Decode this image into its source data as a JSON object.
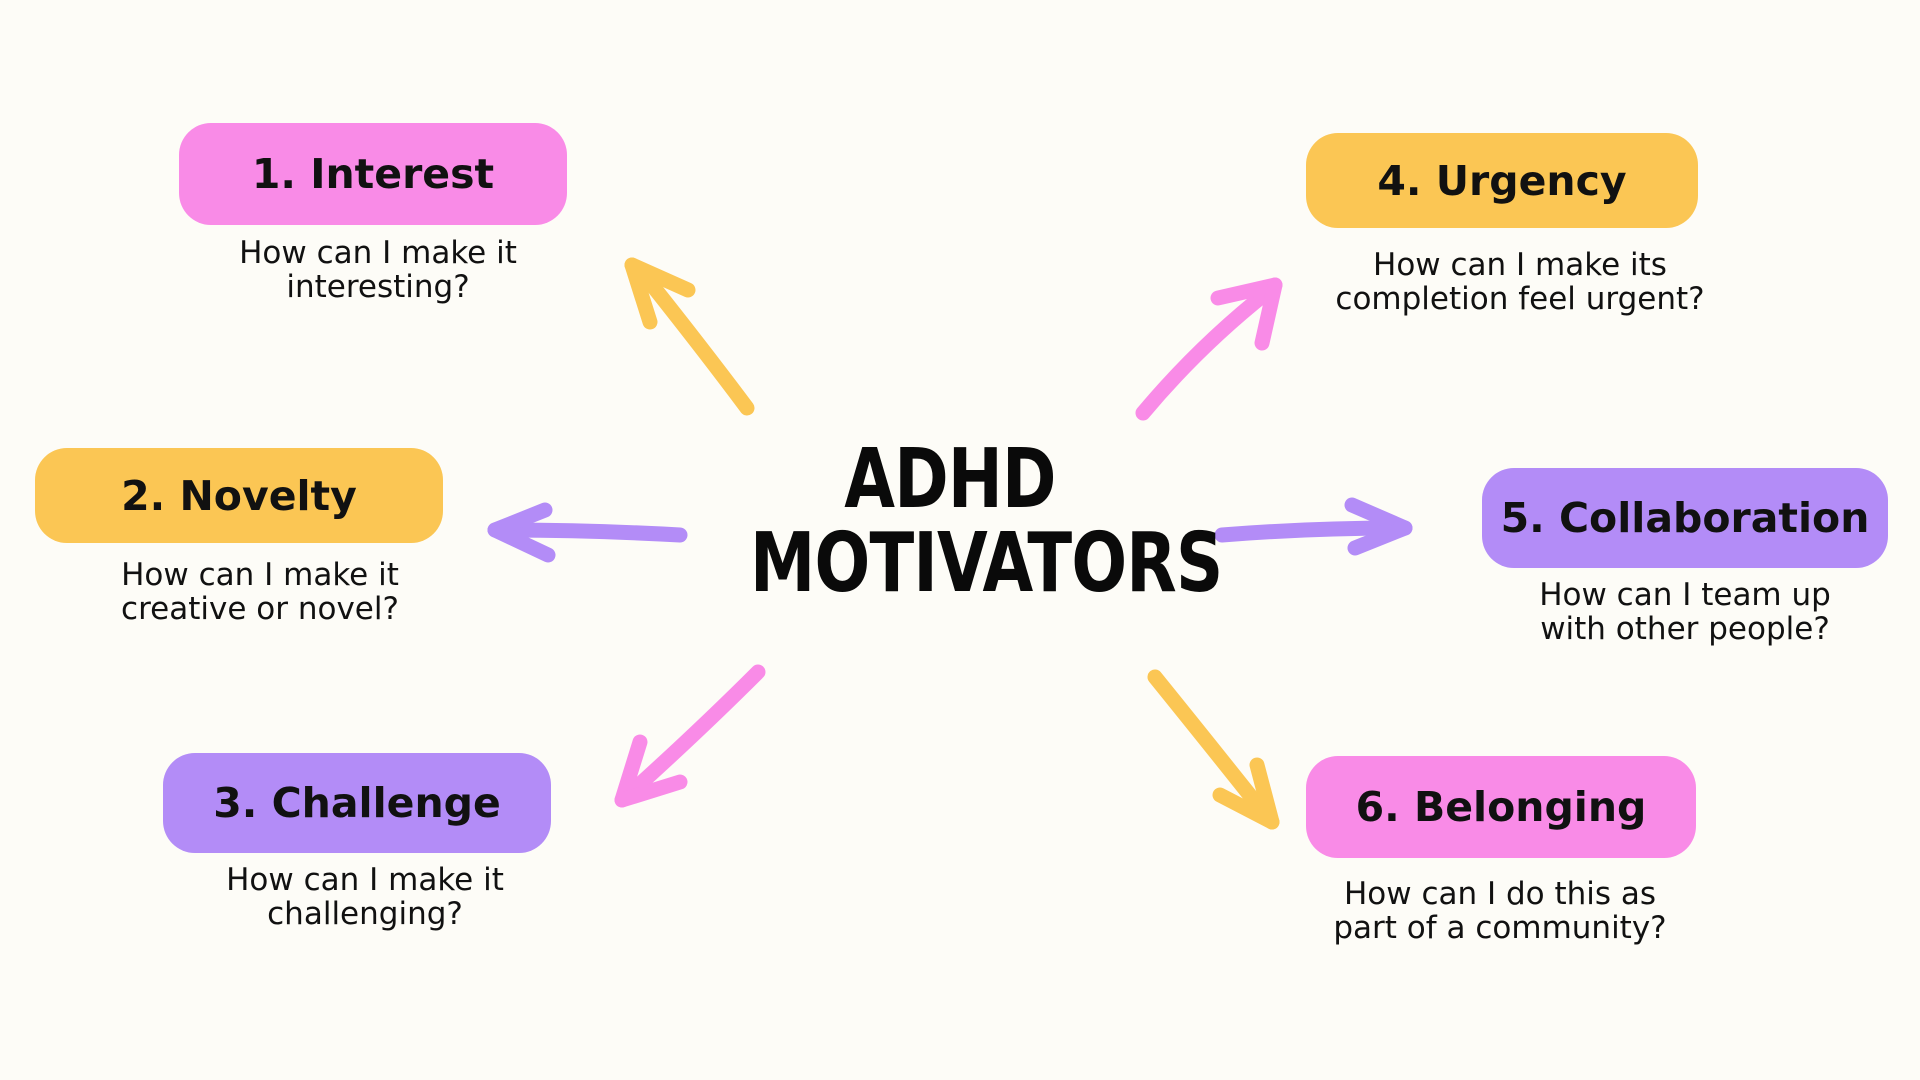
{
  "title": {
    "line1": "ADHD",
    "line2": "MOTIVATORS"
  },
  "colors": {
    "pink": "#f98be7",
    "yellow": "#fbc654",
    "purple": "#b38cf7",
    "background": "#fdfcf7"
  },
  "motivators": [
    {
      "label": "1. Interest",
      "desc_line1": "How can I make it",
      "desc_line2": "interesting?",
      "color": "pink"
    },
    {
      "label": "2. Novelty",
      "desc_line1": "How can I make it",
      "desc_line2": "creative or novel?",
      "color": "yellow"
    },
    {
      "label": "3. Challenge",
      "desc_line1": "How can I make it",
      "desc_line2": "challenging?",
      "color": "purple"
    },
    {
      "label": "4. Urgency",
      "desc_line1": "How can I make its",
      "desc_line2": "completion feel urgent?",
      "color": "yellow"
    },
    {
      "label": "5. Collaboration",
      "desc_line1": "How can I team up",
      "desc_line2": "with other people?",
      "color": "purple"
    },
    {
      "label": "6. Belonging",
      "desc_line1": "How can I do this as",
      "desc_line2": "part of a community?",
      "color": "pink"
    }
  ],
  "arrows": [
    {
      "name": "arrow-to-interest",
      "color": "yellow"
    },
    {
      "name": "arrow-to-novelty",
      "color": "purple"
    },
    {
      "name": "arrow-to-challenge",
      "color": "pink"
    },
    {
      "name": "arrow-to-urgency",
      "color": "pink"
    },
    {
      "name": "arrow-to-collaboration",
      "color": "purple"
    },
    {
      "name": "arrow-to-belonging",
      "color": "yellow"
    }
  ]
}
